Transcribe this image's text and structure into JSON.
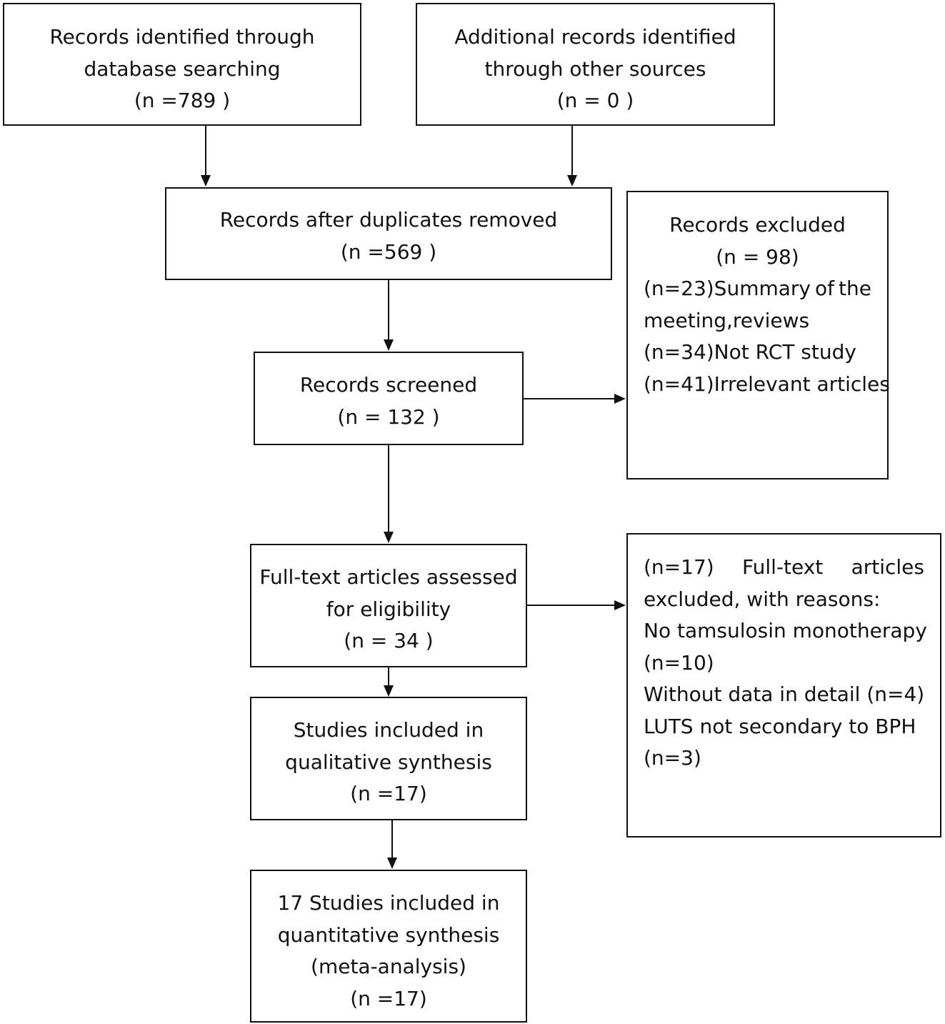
{
  "boxes": {
    "identified_db": {
      "lines": [
        "Records identified through",
        "database searching",
        "(n =789 )"
      ]
    },
    "identified_other": {
      "lines": [
        "Additional records identified",
        "through other sources",
        "(n = 0 )"
      ]
    },
    "after_duplicates": {
      "lines": [
        "Records after duplicates removed",
        "(n =569 )"
      ]
    },
    "records_excluded": {
      "title": "Records excluded",
      "count": "(n = 98)",
      "reason1_a": [
        "(n=23)Summary",
        "of",
        "the"
      ],
      "reason1_b": "meeting,reviews",
      "reason2": "(n=34)Not RCT study",
      "reason3": "(n=41)Irrelevant articles"
    },
    "screened": {
      "lines": [
        "Records screened",
        "(n = 132 )"
      ]
    },
    "fulltext_assessed": {
      "lines": [
        "Full-text articles assessed",
        "for eligibility",
        "(n = 34 )"
      ]
    },
    "fulltext_excluded": {
      "line1": [
        "(n=17)",
        "Full-text",
        "articles"
      ],
      "line2": "excluded, with reasons:",
      "line3": "No tamsulosin monotherapy",
      "line4": "(n=10)",
      "line5": "Without data in detail (n=4)",
      "line6": "LUTS not secondary to BPH",
      "line7": "(n=3)"
    },
    "qualitative": {
      "lines": [
        "Studies included in",
        "qualitative synthesis",
        "(n =17)"
      ]
    },
    "quantitative": {
      "lines": [
        "17 Studies included in",
        "quantitative synthesis",
        "(meta-analysis)",
        "(n =17)"
      ]
    }
  }
}
